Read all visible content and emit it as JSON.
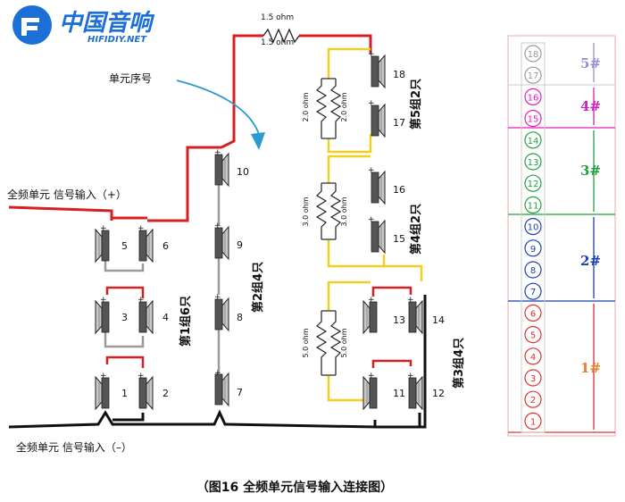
{
  "logo": {
    "name_cn": "中国音响",
    "url": "HIFIDIY.NET"
  },
  "labels": {
    "input_plus": "全频单元  信号输入（+）",
    "input_minus": "全频单元  信号输入（–）",
    "unit_no": "单元序号",
    "group1": "第1组6只",
    "group2": "第2组4只",
    "group3": "第3组4只",
    "group4": "第4组2只",
    "group5": "第5组2只",
    "caption": "（图16  全频单元信号输入连接图）"
  },
  "resistors": {
    "top_a": "1.5 ohm",
    "top_b": "1.5 ohm",
    "g5_a": "2.0 ohm",
    "g5_b": "2.0 ohm",
    "g4_a": "3.0 ohm",
    "g4_b": "3.0 ohm",
    "g3_a": "5.0 ohm",
    "g3_b": "5.0 ohm"
  },
  "speakers": {
    "s1": "1",
    "s2": "2",
    "s3": "3",
    "s4": "4",
    "s5": "5",
    "s6": "6",
    "s7": "7",
    "s8": "8",
    "s9": "9",
    "s10": "10",
    "s11": "11",
    "s12": "12",
    "s13": "13",
    "s14": "14",
    "s15": "15",
    "s16": "16",
    "s17": "17",
    "s18": "18"
  },
  "column": {
    "units": [
      {
        "no": "18",
        "color": "#999999"
      },
      {
        "no": "17",
        "color": "#999999"
      },
      {
        "no": "16",
        "color": "#e020c0"
      },
      {
        "no": "15",
        "color": "#e020c0"
      },
      {
        "no": "14",
        "color": "#20a040"
      },
      {
        "no": "13",
        "color": "#20a040"
      },
      {
        "no": "12",
        "color": "#20a040"
      },
      {
        "no": "11",
        "color": "#20a040"
      },
      {
        "no": "10",
        "color": "#1a3fb0"
      },
      {
        "no": "9",
        "color": "#1a3fb0"
      },
      {
        "no": "8",
        "color": "#1a3fb0"
      },
      {
        "no": "7",
        "color": "#1a3fb0"
      },
      {
        "no": "6",
        "color": "#e03030"
      },
      {
        "no": "5",
        "color": "#e03030"
      },
      {
        "no": "4",
        "color": "#e03030"
      },
      {
        "no": "3",
        "color": "#e03030"
      },
      {
        "no": "2",
        "color": "#e03030"
      },
      {
        "no": "1",
        "color": "#e03030"
      }
    ],
    "groups": [
      {
        "label": "5#",
        "color": "#9a8fd0"
      },
      {
        "label": "4#",
        "color": "#d020c0"
      },
      {
        "label": "3#",
        "color": "#20a040"
      },
      {
        "label": "2#",
        "color": "#1a3fb0"
      },
      {
        "label": "1#",
        "color": "#e08030"
      }
    ]
  },
  "colors": {
    "wire_red": "#d42020",
    "wire_black": "#111111",
    "wire_yellow": "#f0d020",
    "wire_gray": "#9a9a9a",
    "pointer": "#2a9ad0",
    "logo_blue": "#1d6fd8"
  }
}
